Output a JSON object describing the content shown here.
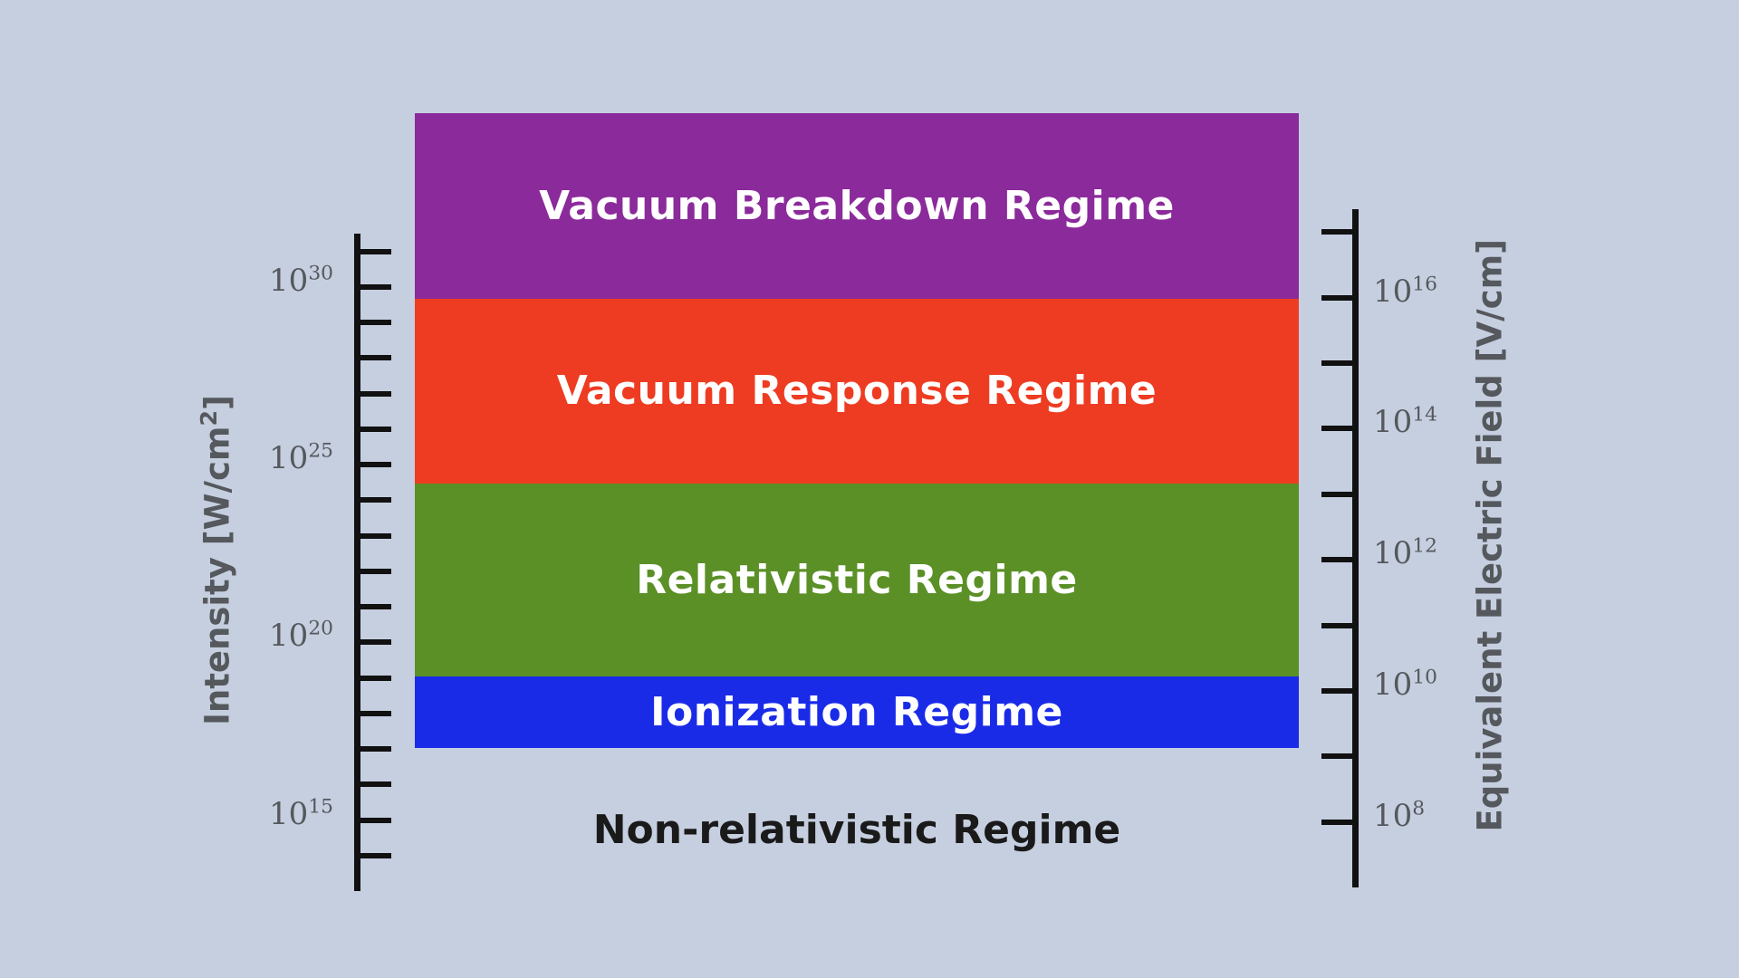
{
  "figure": {
    "background_color": "#c6cfe0"
  },
  "chart_data": {
    "type": "bar",
    "title": "",
    "orientation": "stacked-vertical-regime-map",
    "xlabel": "",
    "ylabel": "Intensity [W/cm2]",
    "y2label": "Equivalent Electric Field  [V/cm]",
    "grid": false,
    "legend": "none",
    "left_axis": {
      "label": "Intensity [W/cm",
      "label_sup": "2",
      "label_tail": "]",
      "scale": "log10",
      "range_exponents": [
        13,
        31.5
      ],
      "tick_labels": [
        {
          "base": "10",
          "exp": "30",
          "value_exponent": 30
        },
        {
          "base": "10",
          "exp": "25",
          "value_exponent": 25
        },
        {
          "base": "10",
          "exp": "20",
          "value_exponent": 20
        },
        {
          "base": "10",
          "exp": "15",
          "value_exponent": 15
        }
      ],
      "minor_tick_exponents": [
        31,
        30,
        29,
        28,
        27,
        26,
        25,
        24,
        23,
        22,
        21,
        20,
        19,
        18,
        17,
        16,
        15,
        14
      ]
    },
    "right_axis": {
      "label": "Equivalent Electric Field  [V/cm]",
      "scale": "log10",
      "range_exponents": [
        7,
        17.3
      ],
      "tick_labels": [
        {
          "base": "10",
          "exp": "16",
          "value_exponent": 16
        },
        {
          "base": "10",
          "exp": "14",
          "value_exponent": 14
        },
        {
          "base": "10",
          "exp": "12",
          "value_exponent": 12
        },
        {
          "base": "10",
          "exp": "10",
          "value_exponent": 10
        },
        {
          "base": "10",
          "exp": "8",
          "value_exponent": 8
        }
      ],
      "minor_tick_exponents": [
        17,
        16,
        15,
        14,
        13,
        12,
        11,
        10,
        9,
        8
      ]
    },
    "categories": [
      "Vacuum Breakdown Regime",
      "Vacuum Response Regime",
      "Relativistic Regime",
      "Ionization Regime",
      "Non-relativistic Regime"
    ],
    "regimes": [
      {
        "name": "Vacuum Breakdown Regime",
        "color": "#8b2a9b",
        "text_color": "#ffffff",
        "intensity_exponent_range": [
          29.3,
          31.4
        ],
        "field_exponent_range": [
          16.1,
          17.2
        ]
      },
      {
        "name": "Vacuum Response Regime",
        "color": "#ee3c22",
        "text_color": "#ffffff",
        "intensity_exponent_range": [
          24.0,
          29.3
        ],
        "field_exponent_range": [
          13.4,
          16.1
        ]
      },
      {
        "name": "Relativistic Regime",
        "color": "#5b9027",
        "text_color": "#ffffff",
        "intensity_exponent_range": [
          18.4,
          24.0
        ],
        "field_exponent_range": [
          10.6,
          13.4
        ]
      },
      {
        "name": "Ionization Regime",
        "color": "#1a2be8",
        "text_color": "#ffffff",
        "intensity_exponent_range": [
          16.4,
          18.4
        ],
        "field_exponent_range": [
          9.6,
          10.6
        ]
      },
      {
        "name": "Non-relativistic Regime",
        "color": "#c6cfe0",
        "text_color": "#1a1a1a",
        "intensity_exponent_range": [
          13.0,
          16.4
        ],
        "field_exponent_range": [
          7.0,
          9.6
        ]
      }
    ]
  }
}
